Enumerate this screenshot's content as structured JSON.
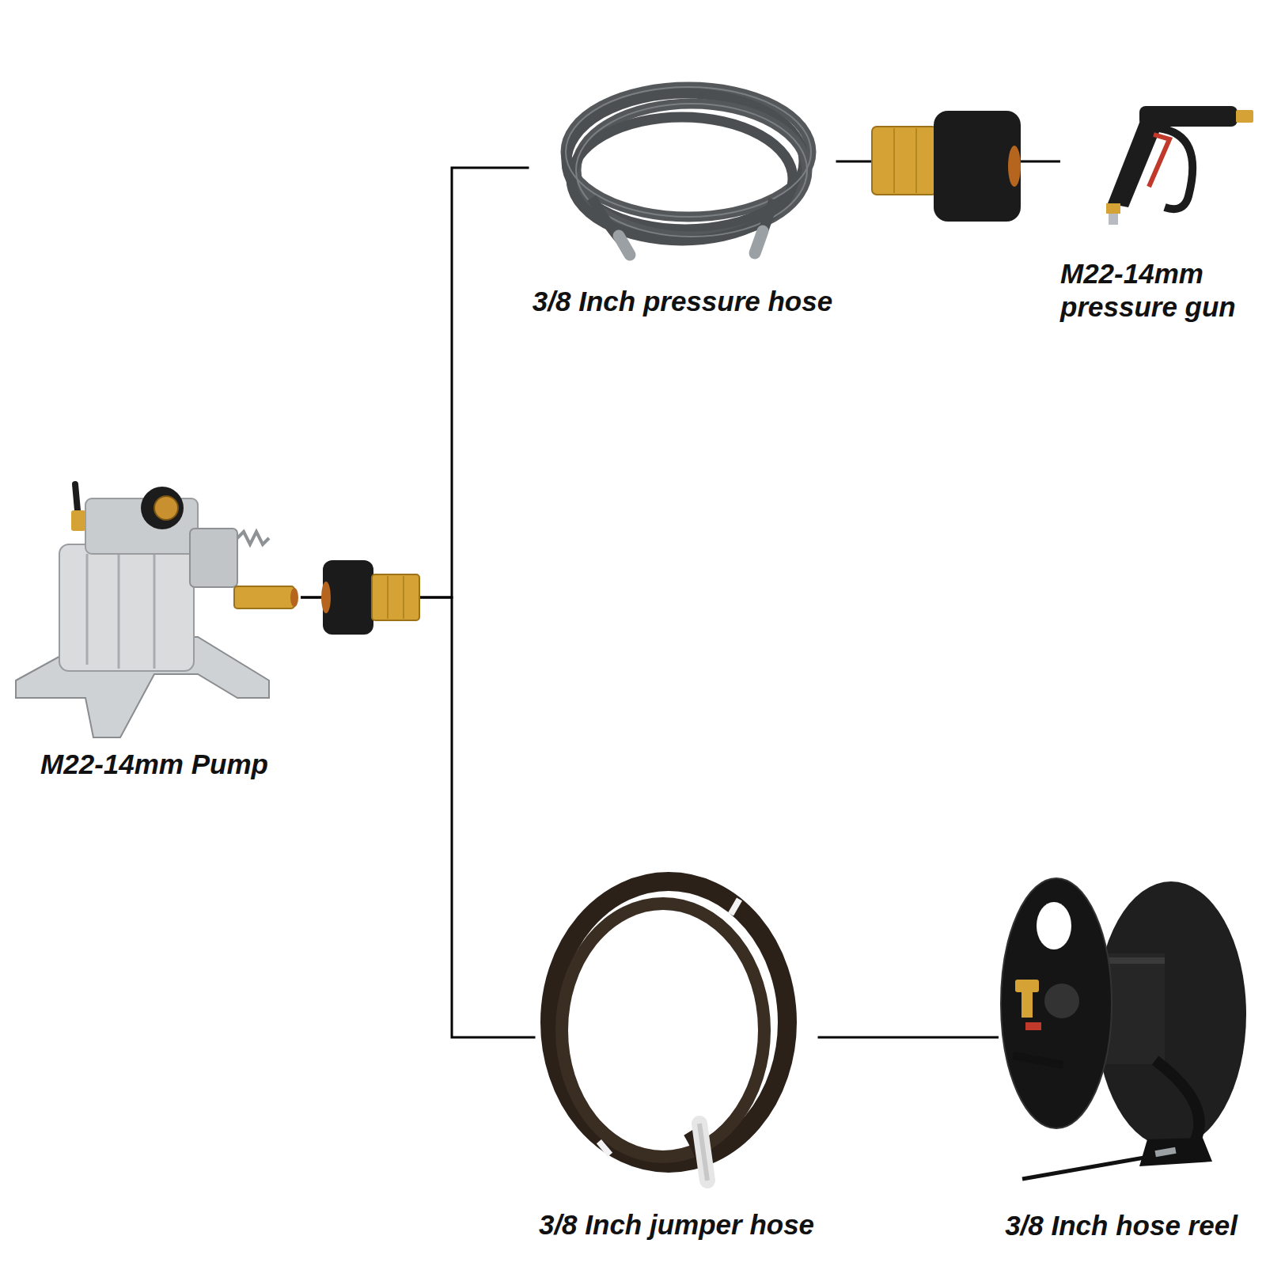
{
  "diagram": {
    "nodes": [
      {
        "text": [
          "M22-14mm Pump"
        ]
      },
      {
        "text": [
          "3/8 Inch pressure hose"
        ]
      },
      {
        "text": [
          "M22-14mm pressure gun"
        ]
      },
      {
        "text": [
          "3/8 Inch jumper hose"
        ]
      },
      {
        "text": [
          "3/8 Inch hose reel"
        ]
      }
    ],
    "edges": [
      {
        "from": 0,
        "to": 1,
        "arrow": "none"
      },
      {
        "from": 1,
        "to": 2,
        "arrow": "none"
      },
      {
        "from": 0,
        "to": 3,
        "arrow": "none"
      },
      {
        "from": 3,
        "to": 4,
        "arrow": "none"
      }
    ]
  }
}
